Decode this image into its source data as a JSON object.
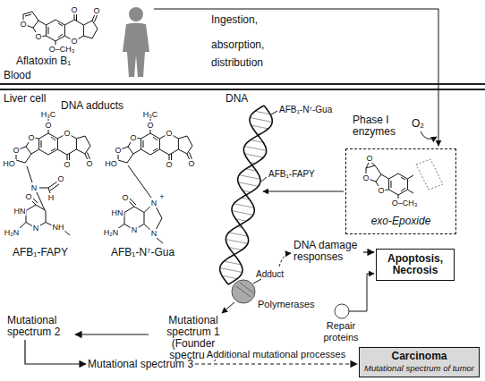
{
  "diagram": {
    "nodes": [
      {
        "text": [
          "exo-Epoxide"
        ]
      },
      {
        "text": [
          "DNA damage responses"
        ]
      },
      {
        "text": [
          "Apoptosis, Necrosis"
        ]
      },
      {
        "text": [
          "Mutational spectrum 1 (Founder spectrum)"
        ]
      },
      {
        "text": [
          "Mutational spectrum 2"
        ]
      },
      {
        "text": [
          "Mutational spectrum 3"
        ]
      },
      {
        "text": [
          "Carcinoma",
          "Mutational spectrum of tumor"
        ]
      }
    ],
    "edges": [
      {
        "from": 1,
        "to": 2,
        "arrow": "to"
      },
      {
        "from": 3,
        "to": 4,
        "arrow": "to"
      },
      {
        "from": 4,
        "to": 5,
        "arrow": "to"
      },
      {
        "from": 5,
        "to": 6,
        "arrow": "to",
        "label": "Additional mutational processes"
      }
    ],
    "labels": [
      "Aflatoxin B₁",
      "Ingestion,",
      "absorption,",
      "distribution",
      "Blood",
      "Liver cell",
      "DNA adducts",
      "DNA",
      "AFB₁-N⁷-Gua",
      "AFB₁-FAPY",
      "Phase I enzymes",
      "O₂",
      "Adduct",
      "Polymerases",
      "Repair proteins",
      "AFB₁-FAPY",
      "AFB₁-N⁷-Gua",
      "O",
      "O",
      "O",
      "O",
      "O",
      "O–CH₃",
      "O",
      "O",
      "O",
      "O–CH₃",
      "H₃C",
      "O",
      "O",
      "O",
      "O",
      "O",
      "O",
      "HO",
      "N",
      "H",
      "O",
      "O",
      "HN",
      "H₂N",
      "N",
      "NH",
      "H₃C",
      "O",
      "O",
      "O",
      "O",
      "O",
      "O",
      "HO",
      "N",
      "+",
      "O",
      "HN",
      "H₂N",
      "N",
      "N"
    ]
  }
}
